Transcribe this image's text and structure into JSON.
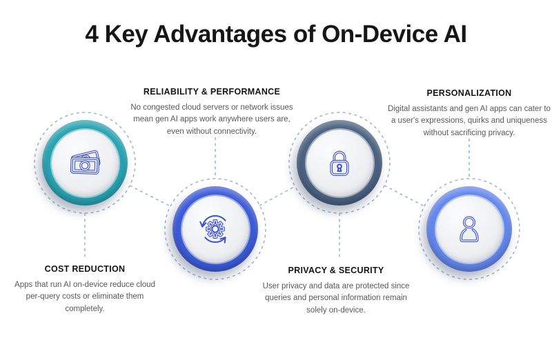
{
  "header": {
    "title": "4 Key Advantages of On-Device AI"
  },
  "colors": {
    "background": "#ffffff",
    "icon_stroke": "#3b50d6",
    "inner_disc": "#eef0f2",
    "dashed_line": "#9fafd2",
    "title_text": "#161616",
    "body_text": "#57585c"
  },
  "nodes": [
    {
      "id": "cost-reduction",
      "title": "COST REDUCTION",
      "description": "Apps that run AI on-device reduce cloud per-query costs or eliminate them completely.",
      "ring_color": "#29a2b1",
      "icon": "money-icon",
      "text_position": "below"
    },
    {
      "id": "reliability-performance",
      "title": "RELIABILITY & PERFORMANCE",
      "description": "No congested cloud servers or network issues mean gen AI apps work anywhere users are, even without connectivity.",
      "ring_color": "#3d5bd7",
      "icon": "sync-gear-icon",
      "text_position": "above"
    },
    {
      "id": "privacy-security",
      "title": "PRIVACY & SECURITY",
      "description": "User privacy and data are protected since queries and personal information remain solely on-device.",
      "ring_color": "#4b6280",
      "icon": "lock-icon",
      "text_position": "below"
    },
    {
      "id": "personalization",
      "title": "PERSONALIZATION",
      "description": "Digital assistants and gen AI apps can cater to a user's expressions, quirks and uniqueness without sacrificing privacy.",
      "ring_color": "#6487eb",
      "icon": "person-icon",
      "text_position": "above"
    }
  ]
}
